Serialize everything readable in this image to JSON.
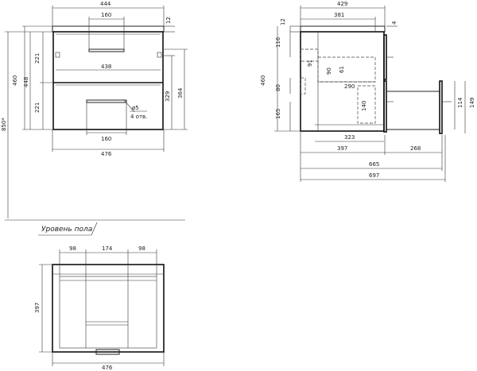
{
  "front_view": {
    "width_top": "444",
    "handle_top_width": "160",
    "drawer_inner_width": "438",
    "handle_bottom_width": "160",
    "width_bottom": "476",
    "total_height": "460",
    "drawer_height_left": "448",
    "top_drawer_height": "221",
    "bottom_drawer_height": "221",
    "top_offset": "12",
    "right_height_1": "329",
    "right_height_2": "364",
    "hole_note_1": "ø5",
    "hole_note_2": "4 отв."
  },
  "floor": {
    "height_label": "850*",
    "floor_label": "Уровень пола"
  },
  "side_view": {
    "depth_total_top": "429",
    "depth_inner_top": "381",
    "top_offset": "12",
    "right_offset": "4",
    "height_total": "460",
    "height_upper": "116",
    "dim_91": "91",
    "dim_90": "90",
    "dim_61": "61",
    "dim_290": "290",
    "dim_80": "80",
    "dim_165": "165",
    "dim_140": "140",
    "dim_323": "323",
    "dim_397": "397",
    "dim_268": "268",
    "dim_665": "665",
    "dim_697": "697",
    "dim_114": "114",
    "dim_149": "149"
  },
  "bottom_view": {
    "left_offset": "98",
    "center_width": "174",
    "right_offset": "98",
    "depth": "397",
    "width": "476"
  }
}
